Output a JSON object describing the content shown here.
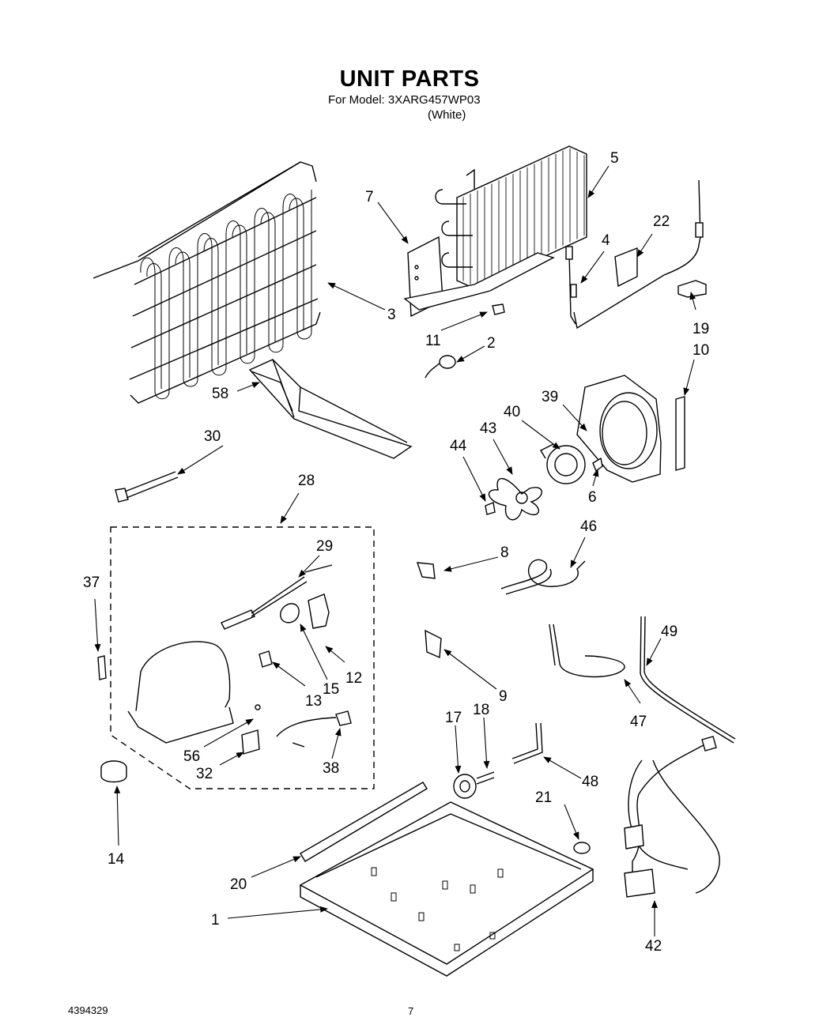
{
  "header": {
    "title": "UNIT PARTS",
    "model_line": "For Model: 3XARG457WP03",
    "color_line": "(White)"
  },
  "footer": {
    "document_number": "4394329",
    "page_number": "7"
  },
  "callouts": [
    "1",
    "2",
    "3",
    "4",
    "5",
    "6",
    "7",
    "8",
    "9",
    "10",
    "11",
    "12",
    "13",
    "14",
    "15",
    "17",
    "18",
    "19",
    "20",
    "21",
    "22",
    "28",
    "29",
    "30",
    "32",
    "37",
    "38",
    "39",
    "40",
    "42",
    "43",
    "44",
    "46",
    "47",
    "48",
    "49",
    "56",
    "58"
  ]
}
